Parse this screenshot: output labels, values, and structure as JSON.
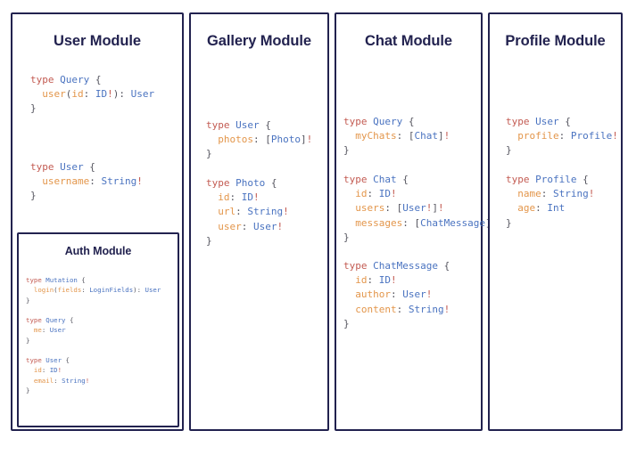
{
  "theme": {
    "border_color": "#22224f",
    "title_color": "#22224f",
    "background": "#ffffff",
    "keyword_color": "#c35b52",
    "typename_color": "#4a73c0",
    "field_color": "#e3964b",
    "punct_color": "#55555f"
  },
  "modules": {
    "user": {
      "title": "User Module",
      "blocks": [
        {
          "lines": [
            [
              {
                "c": "k",
                "s": "type "
              },
              {
                "c": "t",
                "s": "Query"
              },
              {
                "c": "p",
                "s": " {"
              }
            ],
            [
              {
                "c": "p",
                "s": "  "
              },
              {
                "c": "f",
                "s": "user"
              },
              {
                "c": "p",
                "s": "("
              },
              {
                "c": "f",
                "s": "id"
              },
              {
                "c": "p",
                "s": ": "
              },
              {
                "c": "t",
                "s": "ID"
              },
              {
                "c": "k",
                "s": "!"
              },
              {
                "c": "p",
                "s": "): "
              },
              {
                "c": "t",
                "s": "User"
              }
            ],
            [
              {
                "c": "p",
                "s": "}"
              }
            ]
          ]
        },
        {
          "lines": [
            [
              {
                "c": "k",
                "s": "type "
              },
              {
                "c": "t",
                "s": "User"
              },
              {
                "c": "p",
                "s": " {"
              }
            ],
            [
              {
                "c": "p",
                "s": "  "
              },
              {
                "c": "f",
                "s": "username"
              },
              {
                "c": "p",
                "s": ": "
              },
              {
                "c": "t",
                "s": "String"
              },
              {
                "c": "k",
                "s": "!"
              }
            ],
            [
              {
                "c": "p",
                "s": "}"
              }
            ]
          ]
        }
      ]
    },
    "auth": {
      "title": "Auth Module",
      "blocks": [
        {
          "lines": [
            [
              {
                "c": "k",
                "s": "type "
              },
              {
                "c": "t",
                "s": "Mutation"
              },
              {
                "c": "p",
                "s": " {"
              }
            ],
            [
              {
                "c": "p",
                "s": "  "
              },
              {
                "c": "f",
                "s": "login"
              },
              {
                "c": "p",
                "s": "("
              },
              {
                "c": "f",
                "s": "fields"
              },
              {
                "c": "p",
                "s": ": "
              },
              {
                "c": "t",
                "s": "LoginFields"
              },
              {
                "c": "p",
                "s": "): "
              },
              {
                "c": "t",
                "s": "User"
              }
            ],
            [
              {
                "c": "p",
                "s": "}"
              }
            ]
          ]
        },
        {
          "lines": [
            [
              {
                "c": "k",
                "s": "type "
              },
              {
                "c": "t",
                "s": "Query"
              },
              {
                "c": "p",
                "s": " {"
              }
            ],
            [
              {
                "c": "p",
                "s": "  "
              },
              {
                "c": "f",
                "s": "me"
              },
              {
                "c": "p",
                "s": ": "
              },
              {
                "c": "t",
                "s": "User"
              }
            ],
            [
              {
                "c": "p",
                "s": "}"
              }
            ]
          ]
        },
        {
          "lines": [
            [
              {
                "c": "k",
                "s": "type "
              },
              {
                "c": "t",
                "s": "User"
              },
              {
                "c": "p",
                "s": " {"
              }
            ],
            [
              {
                "c": "p",
                "s": "  "
              },
              {
                "c": "f",
                "s": "id"
              },
              {
                "c": "p",
                "s": ": "
              },
              {
                "c": "t",
                "s": "ID"
              },
              {
                "c": "k",
                "s": "!"
              }
            ],
            [
              {
                "c": "p",
                "s": "  "
              },
              {
                "c": "f",
                "s": "email"
              },
              {
                "c": "p",
                "s": ": "
              },
              {
                "c": "t",
                "s": "String"
              },
              {
                "c": "k",
                "s": "!"
              }
            ],
            [
              {
                "c": "p",
                "s": "}"
              }
            ]
          ]
        }
      ]
    },
    "gallery": {
      "title": "Gallery Module",
      "blocks": [
        {
          "lines": [
            [
              {
                "c": "k",
                "s": "type "
              },
              {
                "c": "t",
                "s": "User"
              },
              {
                "c": "p",
                "s": " {"
              }
            ],
            [
              {
                "c": "p",
                "s": "  "
              },
              {
                "c": "f",
                "s": "photos"
              },
              {
                "c": "p",
                "s": ": ["
              },
              {
                "c": "t",
                "s": "Photo"
              },
              {
                "c": "p",
                "s": "]"
              },
              {
                "c": "k",
                "s": "!"
              }
            ],
            [
              {
                "c": "p",
                "s": "}"
              }
            ]
          ]
        },
        {
          "lines": [
            [
              {
                "c": "k",
                "s": "type "
              },
              {
                "c": "t",
                "s": "Photo"
              },
              {
                "c": "p",
                "s": " {"
              }
            ],
            [
              {
                "c": "p",
                "s": "  "
              },
              {
                "c": "f",
                "s": "id"
              },
              {
                "c": "p",
                "s": ": "
              },
              {
                "c": "t",
                "s": "ID"
              },
              {
                "c": "k",
                "s": "!"
              }
            ],
            [
              {
                "c": "p",
                "s": "  "
              },
              {
                "c": "f",
                "s": "url"
              },
              {
                "c": "p",
                "s": ": "
              },
              {
                "c": "t",
                "s": "String"
              },
              {
                "c": "k",
                "s": "!"
              }
            ],
            [
              {
                "c": "p",
                "s": "  "
              },
              {
                "c": "f",
                "s": "user"
              },
              {
                "c": "p",
                "s": ": "
              },
              {
                "c": "t",
                "s": "User"
              },
              {
                "c": "k",
                "s": "!"
              }
            ],
            [
              {
                "c": "p",
                "s": "}"
              }
            ]
          ]
        }
      ]
    },
    "chat": {
      "title": "Chat Module",
      "blocks": [
        {
          "lines": [
            [
              {
                "c": "k",
                "s": "type "
              },
              {
                "c": "t",
                "s": "Query"
              },
              {
                "c": "p",
                "s": " {"
              }
            ],
            [
              {
                "c": "p",
                "s": "  "
              },
              {
                "c": "f",
                "s": "myChats"
              },
              {
                "c": "p",
                "s": ": ["
              },
              {
                "c": "t",
                "s": "Chat"
              },
              {
                "c": "p",
                "s": "]"
              },
              {
                "c": "k",
                "s": "!"
              }
            ],
            [
              {
                "c": "p",
                "s": "}"
              }
            ]
          ]
        },
        {
          "lines": [
            [
              {
                "c": "k",
                "s": "type "
              },
              {
                "c": "t",
                "s": "Chat"
              },
              {
                "c": "p",
                "s": " {"
              }
            ],
            [
              {
                "c": "p",
                "s": "  "
              },
              {
                "c": "f",
                "s": "id"
              },
              {
                "c": "p",
                "s": ": "
              },
              {
                "c": "t",
                "s": "ID"
              },
              {
                "c": "k",
                "s": "!"
              }
            ],
            [
              {
                "c": "p",
                "s": "  "
              },
              {
                "c": "f",
                "s": "users"
              },
              {
                "c": "p",
                "s": ": ["
              },
              {
                "c": "t",
                "s": "User"
              },
              {
                "c": "k",
                "s": "!"
              },
              {
                "c": "p",
                "s": "]"
              },
              {
                "c": "k",
                "s": "!"
              }
            ],
            [
              {
                "c": "p",
                "s": "  "
              },
              {
                "c": "f",
                "s": "messages"
              },
              {
                "c": "p",
                "s": ": ["
              },
              {
                "c": "t",
                "s": "ChatMessage"
              },
              {
                "c": "p",
                "s": "]"
              },
              {
                "c": "k",
                "s": "!"
              }
            ],
            [
              {
                "c": "p",
                "s": "}"
              }
            ]
          ]
        },
        {
          "lines": [
            [
              {
                "c": "k",
                "s": "type "
              },
              {
                "c": "t",
                "s": "ChatMessage"
              },
              {
                "c": "p",
                "s": " {"
              }
            ],
            [
              {
                "c": "p",
                "s": "  "
              },
              {
                "c": "f",
                "s": "id"
              },
              {
                "c": "p",
                "s": ": "
              },
              {
                "c": "t",
                "s": "ID"
              },
              {
                "c": "k",
                "s": "!"
              }
            ],
            [
              {
                "c": "p",
                "s": "  "
              },
              {
                "c": "f",
                "s": "author"
              },
              {
                "c": "p",
                "s": ": "
              },
              {
                "c": "t",
                "s": "User"
              },
              {
                "c": "k",
                "s": "!"
              }
            ],
            [
              {
                "c": "p",
                "s": "  "
              },
              {
                "c": "f",
                "s": "content"
              },
              {
                "c": "p",
                "s": ": "
              },
              {
                "c": "t",
                "s": "String"
              },
              {
                "c": "k",
                "s": "!"
              }
            ],
            [
              {
                "c": "p",
                "s": "}"
              }
            ]
          ]
        }
      ]
    },
    "profile": {
      "title": "Profile Module",
      "blocks": [
        {
          "lines": [
            [
              {
                "c": "k",
                "s": "type "
              },
              {
                "c": "t",
                "s": "User"
              },
              {
                "c": "p",
                "s": " {"
              }
            ],
            [
              {
                "c": "p",
                "s": "  "
              },
              {
                "c": "f",
                "s": "profile"
              },
              {
                "c": "p",
                "s": ": "
              },
              {
                "c": "t",
                "s": "Profile"
              },
              {
                "c": "k",
                "s": "!"
              }
            ],
            [
              {
                "c": "p",
                "s": "}"
              }
            ]
          ]
        },
        {
          "lines": [
            [
              {
                "c": "k",
                "s": "type "
              },
              {
                "c": "t",
                "s": "Profile"
              },
              {
                "c": "p",
                "s": " {"
              }
            ],
            [
              {
                "c": "p",
                "s": "  "
              },
              {
                "c": "f",
                "s": "name"
              },
              {
                "c": "p",
                "s": ": "
              },
              {
                "c": "t",
                "s": "String"
              },
              {
                "c": "k",
                "s": "!"
              }
            ],
            [
              {
                "c": "p",
                "s": "  "
              },
              {
                "c": "f",
                "s": "age"
              },
              {
                "c": "p",
                "s": ": "
              },
              {
                "c": "t",
                "s": "Int"
              }
            ],
            [
              {
                "c": "p",
                "s": "}"
              }
            ]
          ]
        }
      ]
    }
  }
}
